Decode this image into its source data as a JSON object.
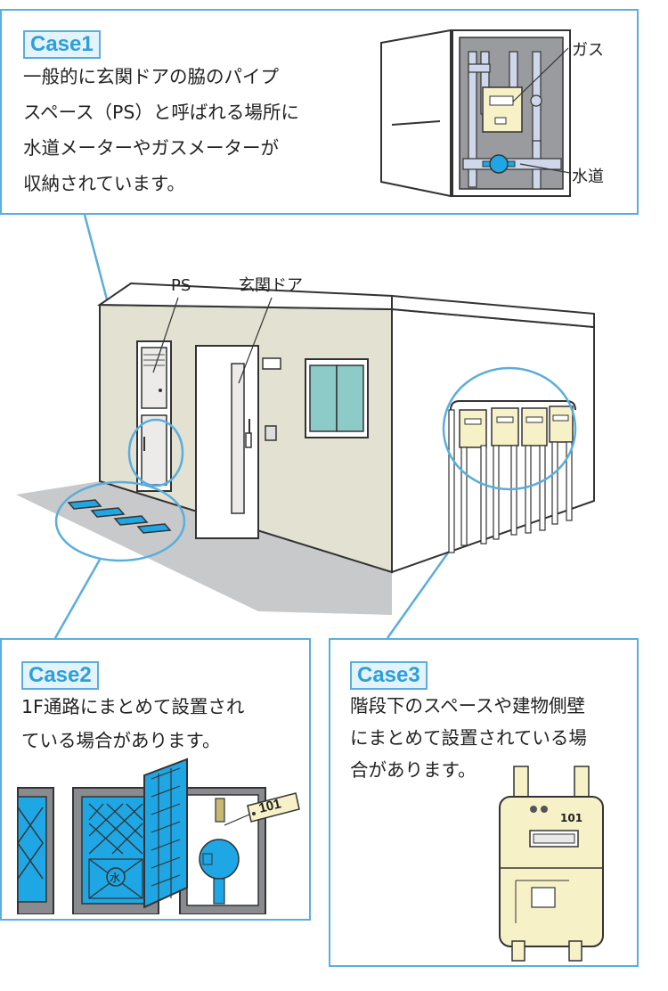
{
  "case1": {
    "label": "Case1",
    "text": "一般的に玄関ドアの脇のパイプ\nスペース（PS）と呼ばれる場所に\n水道メーターやガスメーターが\n収納されています。",
    "callouts": {
      "gas": "ガス",
      "water": "水道"
    }
  },
  "building": {
    "ps_label": "PS",
    "door_label": "玄関ドア"
  },
  "case2": {
    "label": "Case2",
    "text": "1F通路にまとめて設置され\nている場合があります。",
    "tag": "101",
    "cover_mark": "水"
  },
  "case3": {
    "label": "Case3",
    "text": "階段下のスペースや建物側壁\nにまとめて設置されている場\n合があります。",
    "meter_number": "101"
  },
  "colors": {
    "accent": "#5aaedc",
    "blue": "#1ea7e4",
    "wall": "#e3e1d2",
    "cream": "#f7f1c8"
  }
}
